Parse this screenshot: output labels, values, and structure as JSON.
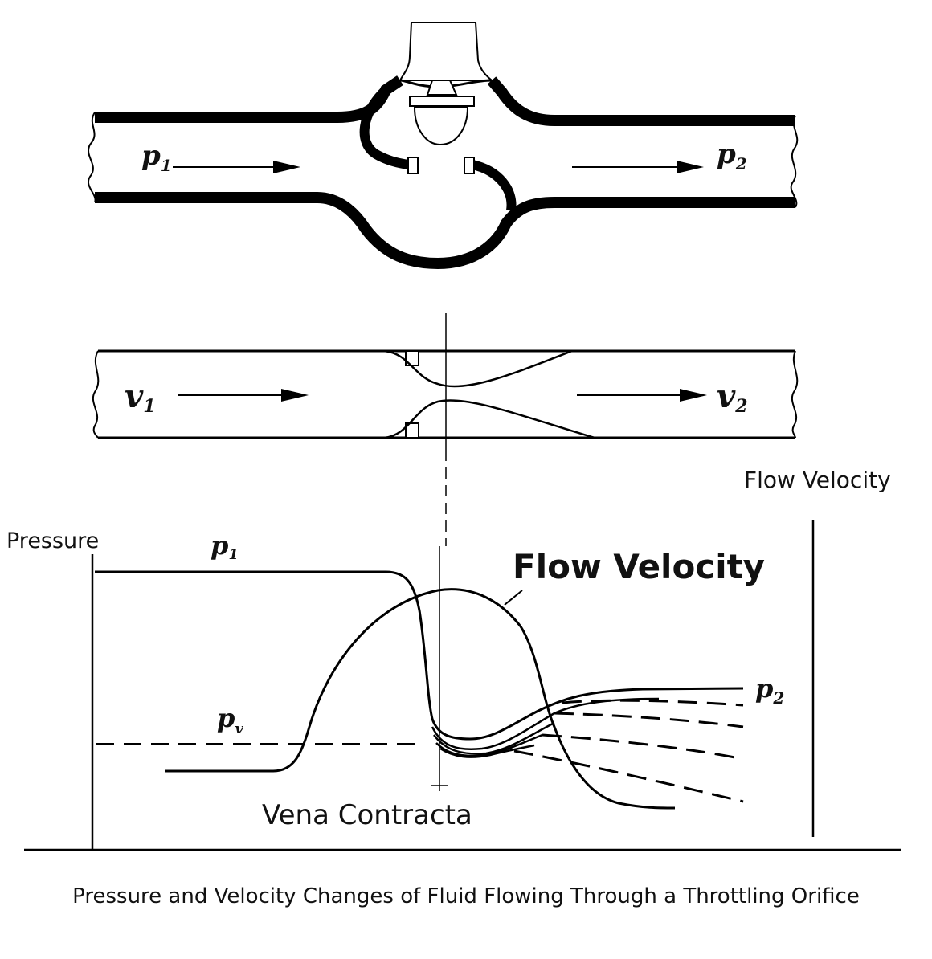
{
  "valve_diagram": {
    "inlet_pressure": "p",
    "inlet_pressure_sub": "1",
    "outlet_pressure": "p",
    "outlet_pressure_sub": "2"
  },
  "orifice_diagram": {
    "inlet_velocity": "v",
    "inlet_velocity_sub": "1",
    "outlet_velocity": "v",
    "outlet_velocity_sub": "2"
  },
  "graph": {
    "left_axis_label": "Pressure",
    "right_axis_label": "Flow Velocity",
    "velocity_curve_label": "Flow Velocity",
    "inlet_pressure_label": "p",
    "inlet_pressure_sub": "1",
    "outlet_pressure_label": "p",
    "outlet_pressure_sub": "2",
    "vapor_pressure_label": "p",
    "vapor_pressure_sub": "v",
    "vena_contracta_label": "Vena Contracta"
  },
  "caption": "Pressure and Velocity Changes of Fluid Flowing Through a Throttling Orifice"
}
